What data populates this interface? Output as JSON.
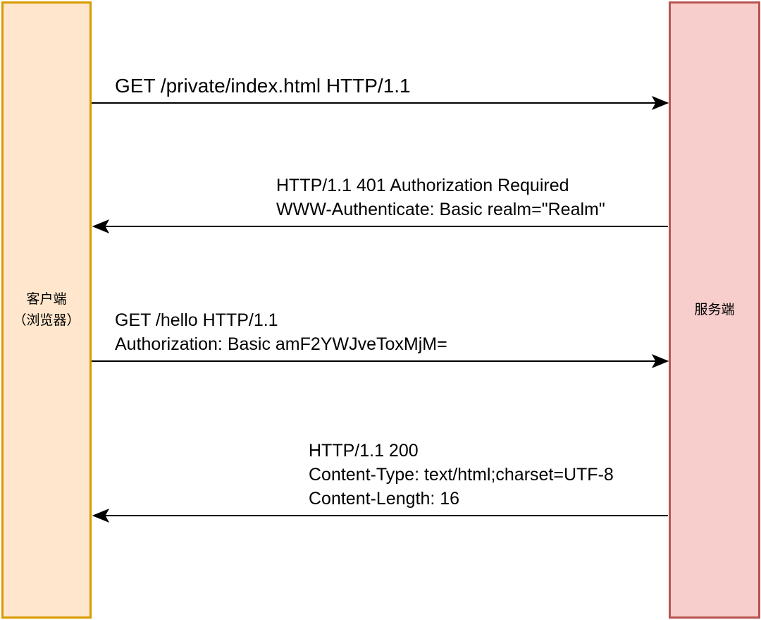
{
  "diagram": {
    "title": "HTTP Basic Authentication sequence",
    "type": "sequence-diagram",
    "line_color": "#000000",
    "actors": {
      "client": {
        "label_line1": "客户端",
        "label_line2": "（浏览器）",
        "fill": "#FFE6CC",
        "stroke": "#D79B00"
      },
      "server": {
        "label": "服务端",
        "fill": "#F8CECC",
        "stroke": "#B85450"
      }
    },
    "messages": [
      {
        "from": "client",
        "to": "server",
        "direction": "right",
        "lines": [
          "GET /private/index.html HTTP/1.1"
        ]
      },
      {
        "from": "server",
        "to": "client",
        "direction": "left",
        "lines": [
          "HTTP/1.1 401 Authorization Required",
          "WWW-Authenticate: Basic realm=\"Realm\""
        ]
      },
      {
        "from": "client",
        "to": "server",
        "direction": "right",
        "lines": [
          "GET /hello HTTP/1.1",
          "Authorization: Basic amF2YWJveToxMjM="
        ]
      },
      {
        "from": "server",
        "to": "client",
        "direction": "left",
        "lines": [
          "HTTP/1.1 200",
          "Content-Type: text/html;charset=UTF-8",
          "Content-Length: 16"
        ]
      }
    ]
  }
}
